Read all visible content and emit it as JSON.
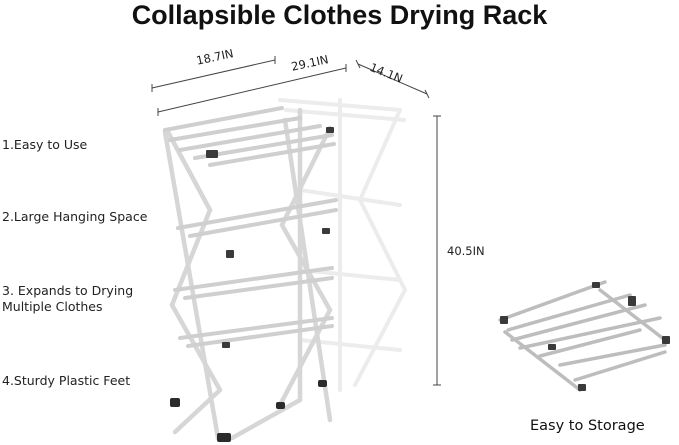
{
  "title": "Collapsible Clothes Drying Rack",
  "features": [
    {
      "text": "1.Easy to Use"
    },
    {
      "text": "2.Large Hanging Space"
    },
    {
      "text": "3. Expands to Drying\nMultiple Clothes"
    },
    {
      "text": "4.Sturdy Plastic Feet"
    }
  ],
  "dimensions": {
    "width": "18.7IN",
    "expanded_length": "29.1IN",
    "depth": "14.1N",
    "height": "40.5IN"
  },
  "storage_caption": "Easy to Storage",
  "colors": {
    "frame": "#d9d9d9",
    "frame_shadow": "#9a9a9a",
    "feet": "#2b2b2b",
    "dim_line": "#444444"
  }
}
